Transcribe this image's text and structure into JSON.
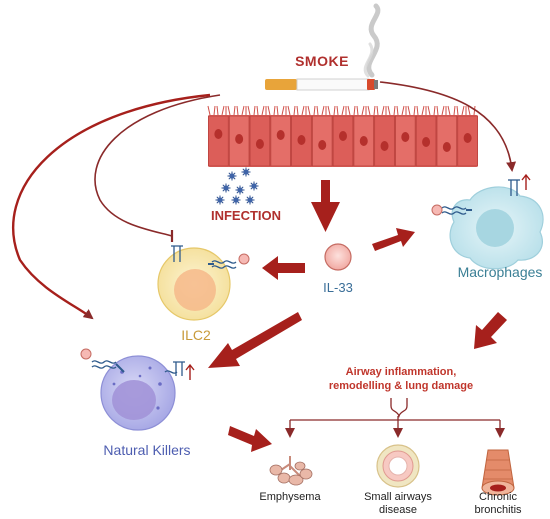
{
  "labels": {
    "smoke": "SMOKE",
    "infection": "INFECTION",
    "il33": "IL-33",
    "ilc2": "ILC2",
    "macrophages": "Macrophages",
    "natural_killers": "Natural Killers",
    "effect_line1": "Airway inflammation,",
    "effect_line2": "remodelling & lung damage"
  },
  "diseases": [
    {
      "line1": "Emphysema",
      "line2": ""
    },
    {
      "line1": "Small airways",
      "line2": "disease"
    },
    {
      "line1": "Chronic",
      "line2": "bronchitis"
    }
  ],
  "colors": {
    "arrow": "#a6201c",
    "epithelium": "#e0645f",
    "epithelium_nucleus": "#c23a36",
    "il33_fill": "#f6b9b4",
    "ilc2_fill": "#f9e9b4",
    "macrophage_fill": "#c9e8ef",
    "nk_fill": "#b4b5ea",
    "receptor": "#2f5b8c"
  },
  "icons": [
    "cigarette-icon",
    "virus-icon",
    "receptor-icon",
    "lung-icon",
    "airway-icon",
    "bronchus-icon"
  ]
}
